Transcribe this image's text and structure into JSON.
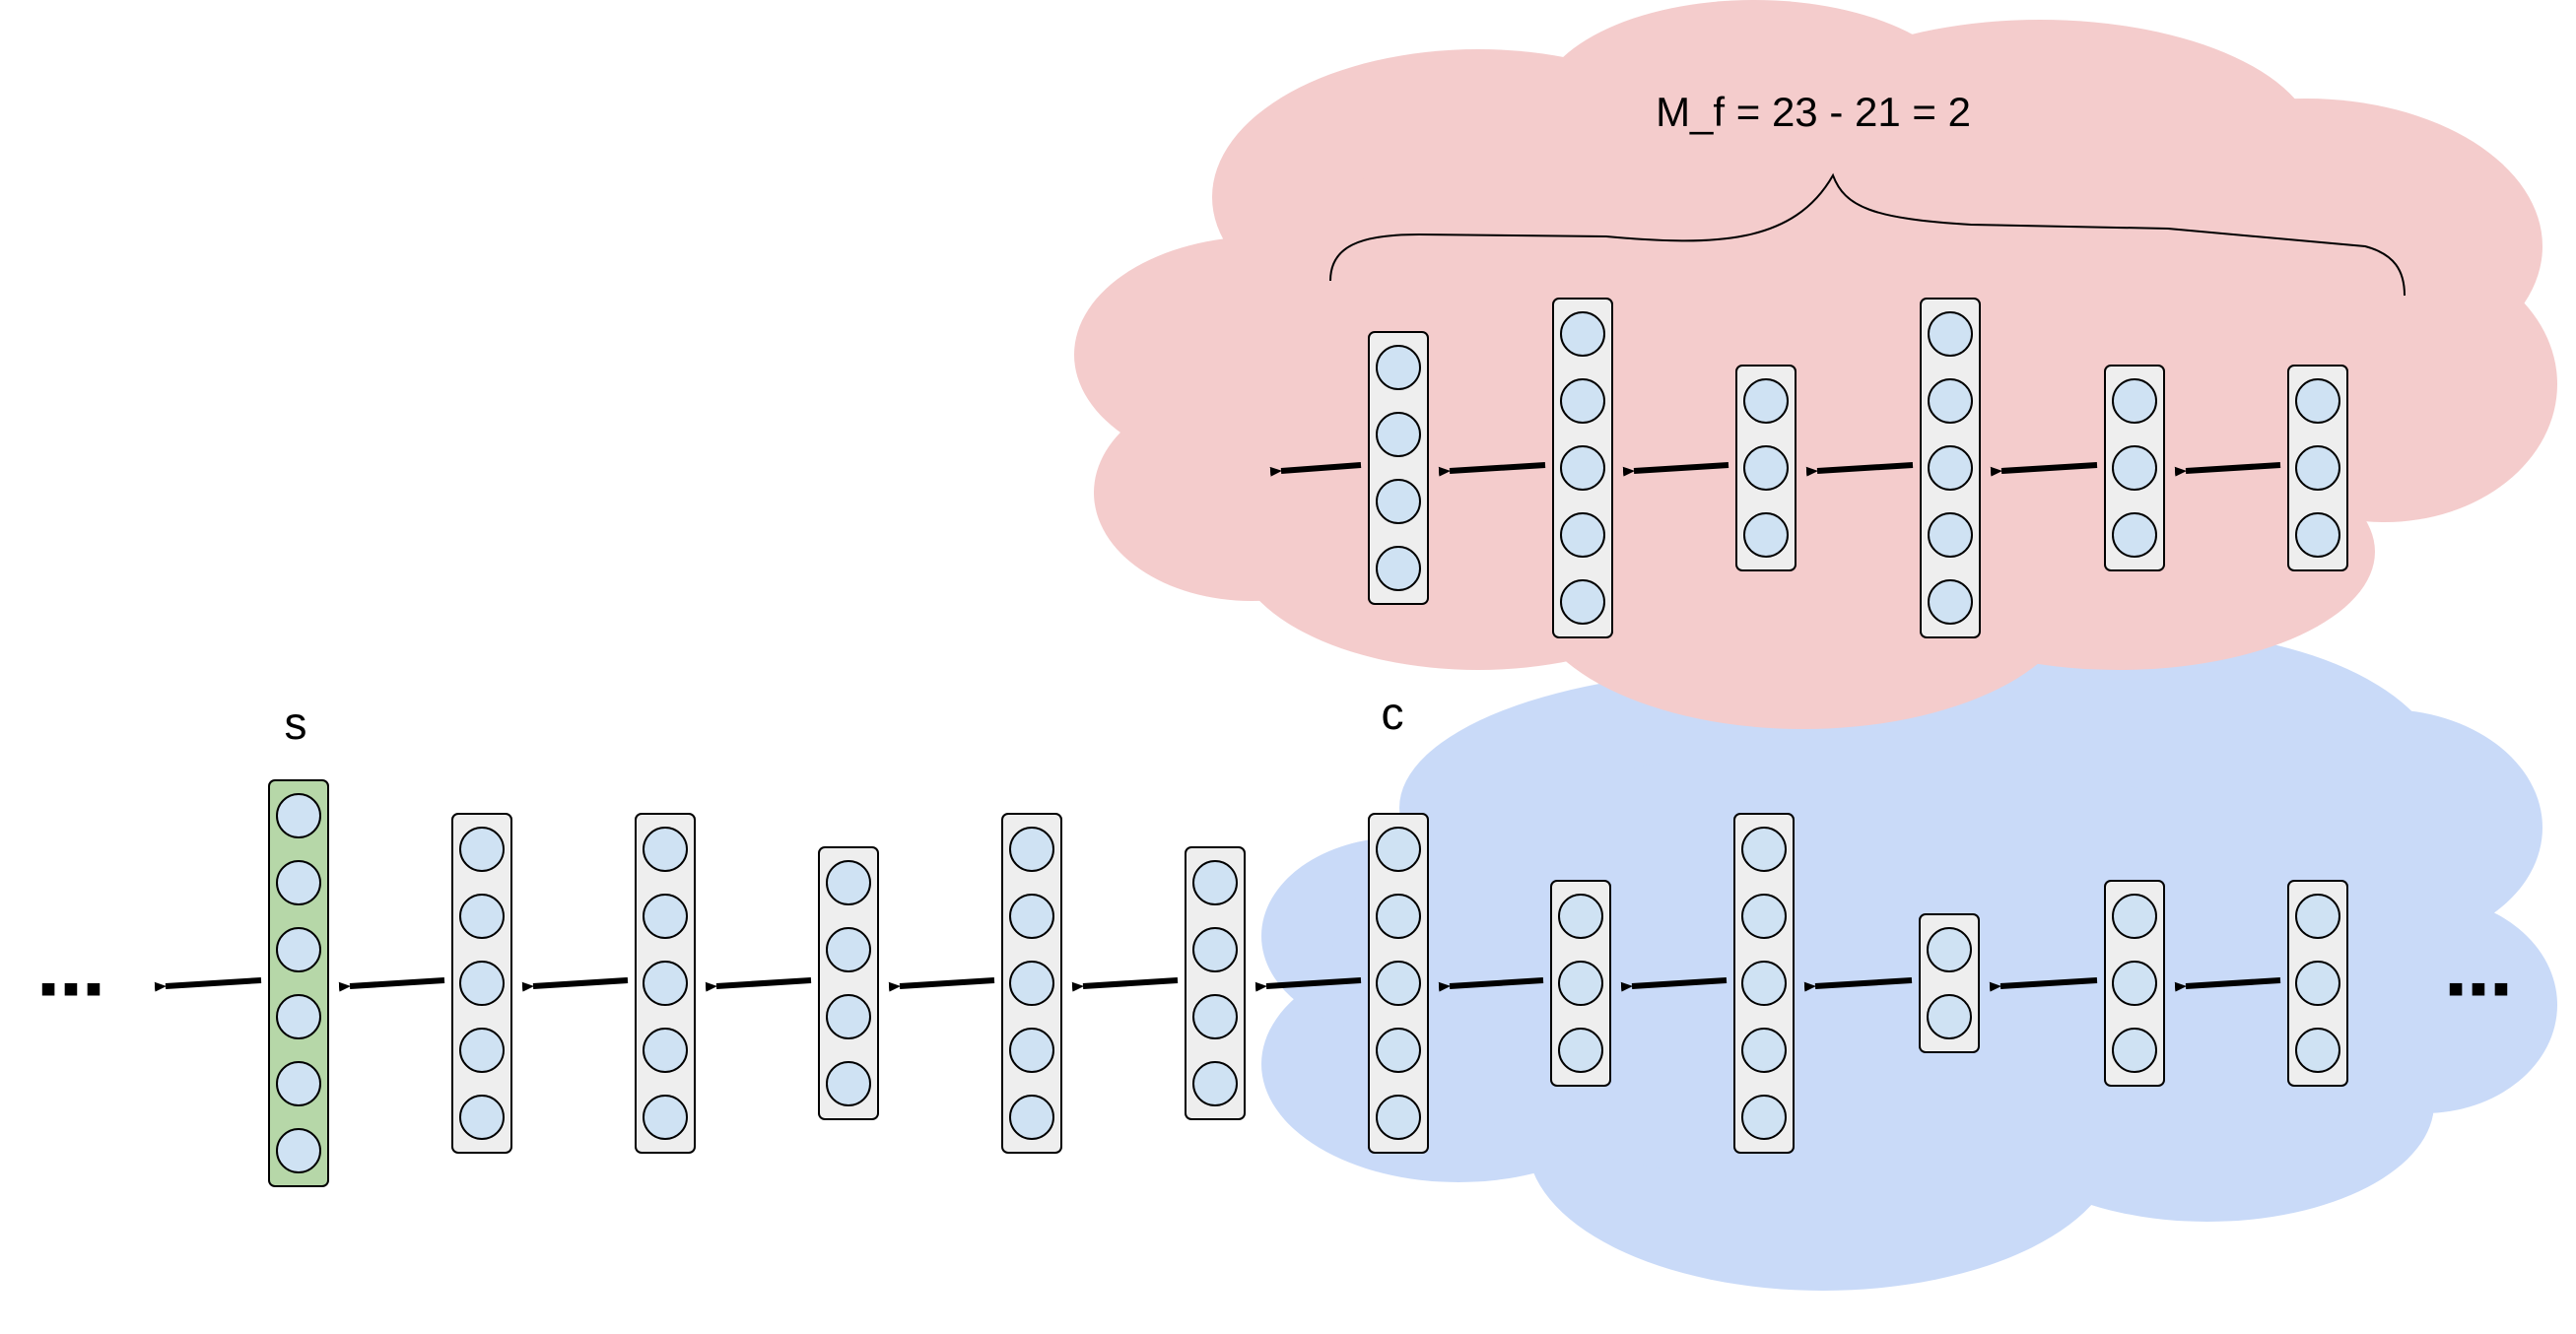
{
  "colors": {
    "pink_cloud": "#f4cccc",
    "blue_cloud": "#c9daf8",
    "column_fill": "#eeeeee",
    "highlight_column_fill": "#b6d7a8",
    "node_fill": "#cfe2f3",
    "stroke": "#000000"
  },
  "labels": {
    "formula": "M_f = 23 - 21 = 2",
    "s": "s",
    "c": "c"
  },
  "ellipsis_left": "■ ■ ■",
  "ellipsis_right": "■ ■ ■",
  "top_row": {
    "columns": [
      {
        "nodes": 4,
        "highlight": false
      },
      {
        "nodes": 5,
        "highlight": false
      },
      {
        "nodes": 3,
        "highlight": false
      },
      {
        "nodes": 5,
        "highlight": false
      },
      {
        "nodes": 3,
        "highlight": false
      },
      {
        "nodes": 3,
        "highlight": false
      }
    ]
  },
  "bottom_row": {
    "columns": [
      {
        "nodes": 6,
        "highlight": true,
        "label": "s"
      },
      {
        "nodes": 5,
        "highlight": false
      },
      {
        "nodes": 5,
        "highlight": false
      },
      {
        "nodes": 4,
        "highlight": false
      },
      {
        "nodes": 5,
        "highlight": false
      },
      {
        "nodes": 4,
        "highlight": false
      },
      {
        "nodes": 5,
        "highlight": false,
        "label": "c"
      },
      {
        "nodes": 3,
        "highlight": false
      },
      {
        "nodes": 5,
        "highlight": false
      },
      {
        "nodes": 2,
        "highlight": false
      },
      {
        "nodes": 3,
        "highlight": false
      },
      {
        "nodes": 3,
        "highlight": false
      }
    ]
  }
}
